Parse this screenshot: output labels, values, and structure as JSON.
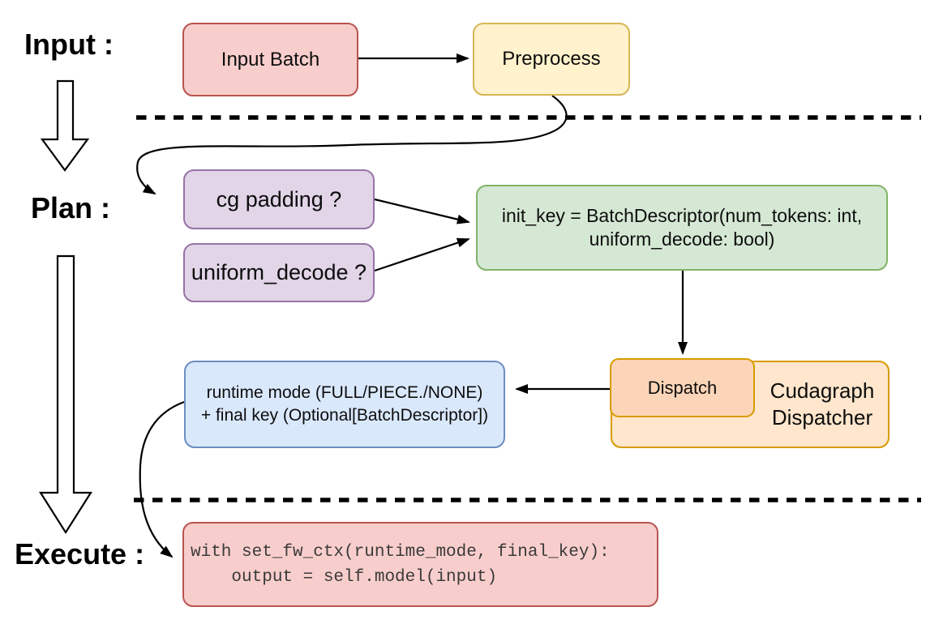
{
  "sections": {
    "input": "Input :",
    "plan": "Plan :",
    "execute": "Execute :"
  },
  "nodes": {
    "input_batch": {
      "label": "Input Batch",
      "fill": "#f8cecc",
      "stroke": "#b85450"
    },
    "preprocess": {
      "label": "Preprocess",
      "fill": "#fff2cc",
      "stroke": "#d6b656"
    },
    "cg_padding": {
      "label": "cg padding ?",
      "fill": "#e1d5e7",
      "stroke": "#9673a6"
    },
    "uniform_decode": {
      "label": "uniform_decode ?",
      "fill": "#e1d5e7",
      "stroke": "#9673a6"
    },
    "init_key": {
      "lines": [
        "init_key = BatchDescriptor(num_tokens: int,",
        "uniform_decode: bool)"
      ],
      "fill": "#d5e8d4",
      "stroke": "#82b366"
    },
    "dispatch": {
      "label": "Dispatch",
      "fill": "#fcd5b8",
      "stroke": "#d79b00"
    },
    "cudagraph_dispatcher": {
      "lines": [
        "Cudagraph",
        "Dispatcher"
      ],
      "fill": "#ffe6cc",
      "stroke": "#d79b00"
    },
    "runtime_result": {
      "lines": [
        "runtime mode (FULL/PIECE./NONE)",
        "+ final key (Optional[BatchDescriptor])"
      ],
      "fill": "#dae8fc",
      "stroke": "#6c8ebf"
    },
    "execute_code": {
      "lines": [
        "with set_fw_ctx(runtime_mode, final_key):",
        "    output = self.model(input)"
      ],
      "fill": "#f8cecc",
      "stroke": "#b85450"
    }
  },
  "colors": {
    "edge": "#000000",
    "divider": "#000000",
    "background": "#ffffff",
    "phase_arrow_fill": "#ffffff"
  }
}
